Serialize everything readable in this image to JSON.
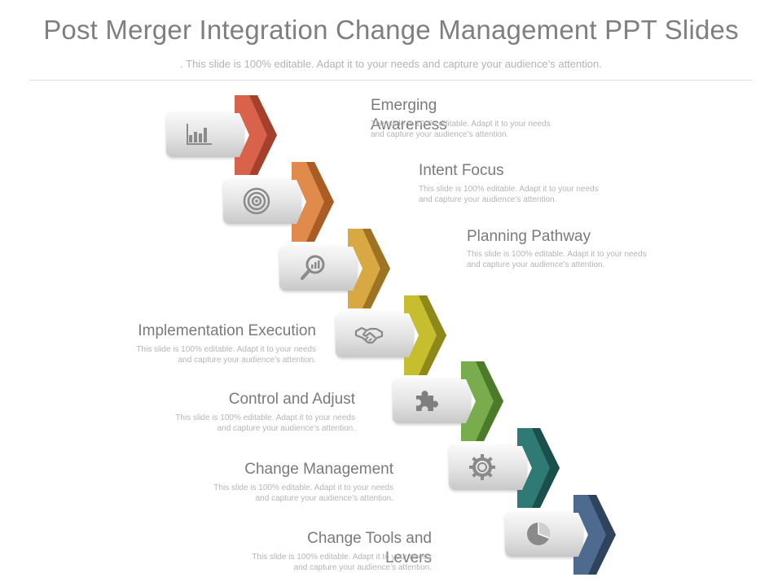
{
  "slide": {
    "title": "Post Merger Integration Change Management PPT Slides",
    "subtitle": ". This slide is 100% editable. Adapt it to your needs and capture your audience’s attention."
  },
  "steps": [
    {
      "label": "Emerging Awareness",
      "desc": "This slide is 100% editable. Adapt it to your needs and capture your audience’s attention.",
      "icon": "bar-chart-icon",
      "color": "#d9634a",
      "dark": "#a4402c"
    },
    {
      "label": "Intent Focus",
      "desc": "This slide is 100% editable. Adapt it to your needs and capture your audience’s attention.",
      "icon": "target-icon",
      "color": "#e08a4c",
      "dark": "#a95d24"
    },
    {
      "label": "Planning Pathway",
      "desc": "This slide is 100% editable. Adapt it to your needs and capture your audience’s attention.",
      "icon": "magnifier-chart-icon",
      "color": "#d9a843",
      "dark": "#9e7424"
    },
    {
      "label": "Implementation Execution",
      "desc": "This slide is 100% editable. Adapt it to your needs and capture your audience’s attention.",
      "icon": "handshake-icon",
      "color": "#c6bd2f",
      "dark": "#8e871a"
    },
    {
      "label": "Control and Adjust",
      "desc": "This slide is 100% editable. Adapt it to your needs and capture your audience’s attention.",
      "icon": "puzzle-piece-icon",
      "color": "#78ac4c",
      "dark": "#4b7a28"
    },
    {
      "label": "Change Management",
      "desc": "This slide is 100% editable. Adapt it to your needs and capture your audience’s attention.",
      "icon": "gear-icon",
      "color": "#2f7a74",
      "dark": "#1b4f4b"
    },
    {
      "label": "Change Tools and Levers",
      "desc": "This slide is 100% editable. Adapt it to your needs and capture your audience’s attention.",
      "icon": "pie-chart-icon",
      "color": "#4e6b8f",
      "dark": "#2f435e"
    }
  ]
}
